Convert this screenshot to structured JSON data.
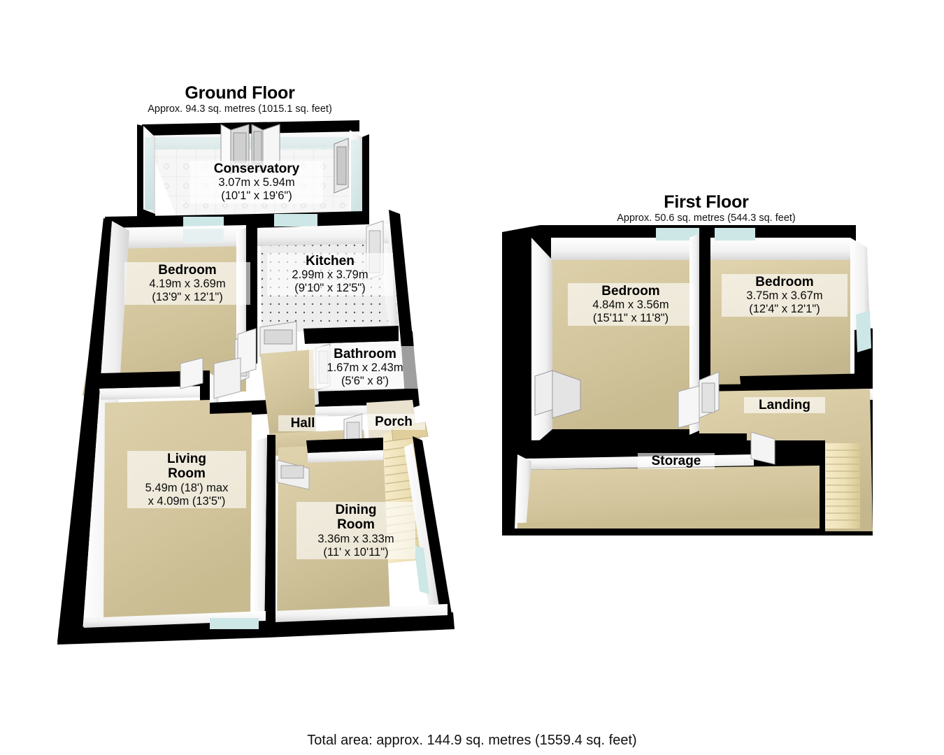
{
  "document": {
    "type": "floor-plan",
    "total_area_text": "Total area: approx. 144.9 sq. metres (1559.4 sq. feet)"
  },
  "floors": [
    {
      "id": "ground",
      "title": "Ground Floor",
      "area": "Approx. 94.3 sq. metres (1015.1 sq. feet)",
      "rooms": [
        {
          "id": "conservatory",
          "name": "Conservatory",
          "dim_metric": "3.07m x 5.94m",
          "dim_imperial": "(10'1\" x 19'6\")"
        },
        {
          "id": "bedroom-ground",
          "name": "Bedroom",
          "dim_metric": "4.19m x 3.69m",
          "dim_imperial": "(13'9\" x 12'1\")"
        },
        {
          "id": "kitchen",
          "name": "Kitchen",
          "dim_metric": "2.99m x 3.79m",
          "dim_imperial": "(9'10\" x 12'5\")"
        },
        {
          "id": "bathroom",
          "name": "Bathroom",
          "dim_metric": "1.67m x 2.43m",
          "dim_imperial": "(5'6\" x 8')"
        },
        {
          "id": "hall",
          "name": "Hall",
          "dim_metric": "",
          "dim_imperial": ""
        },
        {
          "id": "porch",
          "name": "Porch",
          "dim_metric": "",
          "dim_imperial": ""
        },
        {
          "id": "living-room",
          "name": "Living\nRoom",
          "name_line1": "Living",
          "name_line2": "Room",
          "dim_metric": "5.49m (18') max",
          "dim_imperial": "x 4.09m (13'5\")"
        },
        {
          "id": "dining-room",
          "name": "Dining Room",
          "name_line1": "Dining",
          "name_line2": "Room",
          "dim_metric": "3.36m x 3.33m",
          "dim_imperial": "(11' x 10'11\")"
        }
      ]
    },
    {
      "id": "first",
      "title": "First Floor",
      "area": "Approx. 50.6 sq. metres (544.3 sq. feet)",
      "rooms": [
        {
          "id": "bedroom-first-left",
          "name": "Bedroom",
          "dim_metric": "4.84m x 3.56m",
          "dim_imperial": "(15'11\" x 11'8\")"
        },
        {
          "id": "bedroom-first-right",
          "name": "Bedroom",
          "dim_metric": "3.75m x 3.67m",
          "dim_imperial": "(12'4\" x 12'1\")"
        },
        {
          "id": "landing",
          "name": "Landing",
          "dim_metric": "",
          "dim_imperial": ""
        },
        {
          "id": "storage",
          "name": "Storage",
          "dim_metric": "",
          "dim_imperial": ""
        }
      ]
    }
  ],
  "colors": {
    "wall_outline": "#000000",
    "wall_face": "#ffffff",
    "wall_shade": "#e2e2e2",
    "carpet": "#d6c9a2",
    "carpet_dark": "#c8ba8e",
    "tile_floor": "#f4f4f4",
    "kitchen_floor": "#eeeeee",
    "glass": "#d7eaea",
    "stairs": "#efe3bd",
    "background": "#ffffff",
    "text": "#000000"
  }
}
